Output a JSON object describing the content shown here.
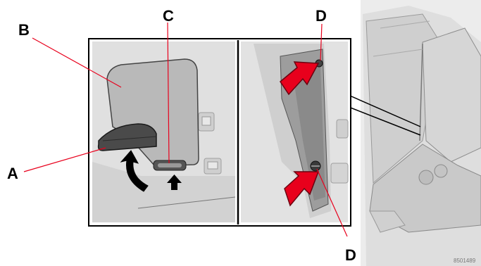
{
  "callouts": {
    "A": "A",
    "B": "B",
    "C": "C",
    "D_top": "D",
    "D_bottom": "D"
  },
  "image_code": "8501489",
  "colors": {
    "frame": "#000000",
    "panel": "#b9b9b9",
    "arrow_red": "#e8001c",
    "leader_red": "#e8001c",
    "background_photo": "#e6e6e6"
  },
  "icons": [
    "curved-arrow-icon",
    "up-arrow-icon",
    "red-arrow-icon"
  ]
}
